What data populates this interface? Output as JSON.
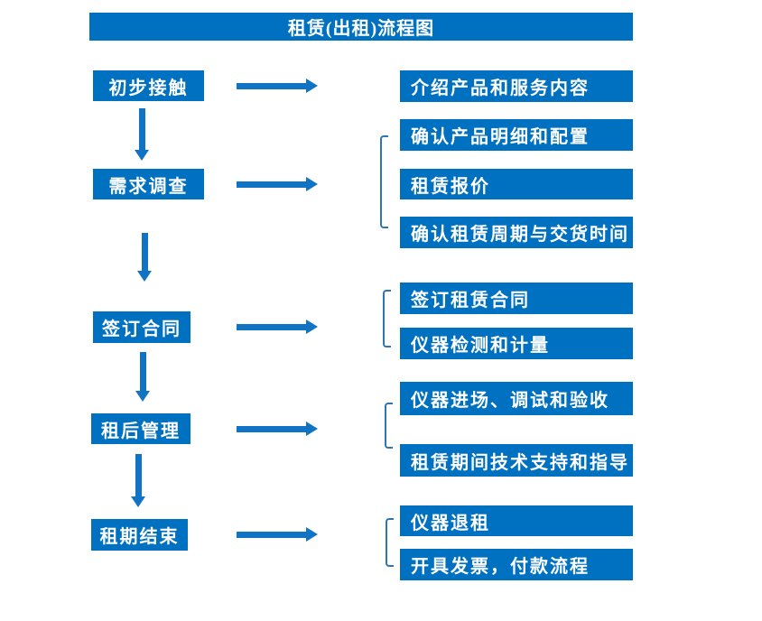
{
  "title": "租赁(出租)流程图",
  "colors": {
    "box_blue": "#0070C0",
    "arrow_blue": "#1173C4",
    "bracket_blue": "#2E75B6",
    "text": "#FFFFFF",
    "background": "#FFFFFF"
  },
  "stages": [
    {
      "label": "初步接触",
      "outputs": [
        "介绍产品和服务内容"
      ]
    },
    {
      "label": "需求调查",
      "outputs": [
        "确认产品明细和配置",
        "租赁报价",
        "确认租赁周期与交货时间"
      ]
    },
    {
      "label": "签订合同",
      "outputs": [
        "签订租赁合同",
        "仪器检测和计量"
      ]
    },
    {
      "label": "租后管理",
      "outputs": [
        "仪器进场、调试和验收",
        "租赁期间技术支持和指导"
      ]
    },
    {
      "label": "租期结束",
      "outputs": [
        "仪器退租",
        "开具发票，付款流程"
      ]
    }
  ]
}
